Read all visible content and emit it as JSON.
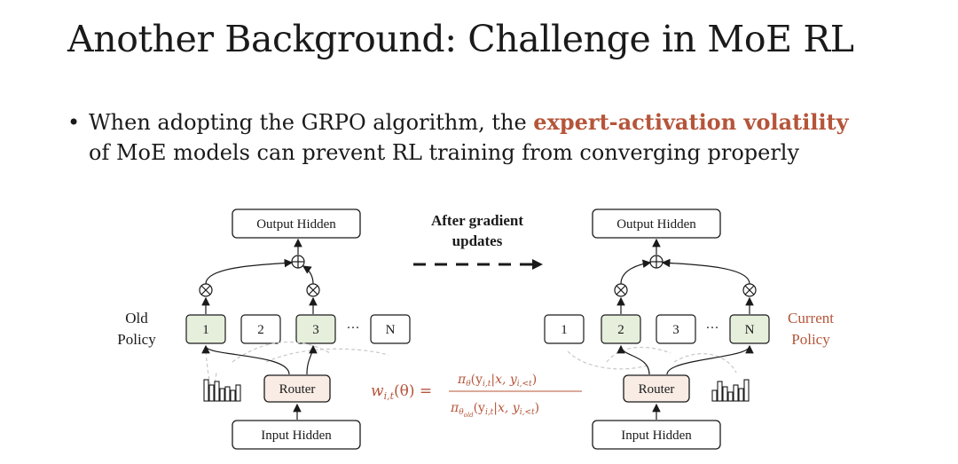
{
  "slide": {
    "title": "Another Background: Challenge in MoE RL",
    "bullet": {
      "pre": "When adopting the GRPO algorithm, the ",
      "highlight": "expert-activation volatility",
      "line2": "of MoE models can prevent RL training from converging properly"
    }
  },
  "diagram": {
    "left": {
      "output_label": "Output Hidden",
      "input_label": "Input Hidden",
      "router_label": "Router",
      "policy_label_line1": "Old",
      "policy_label_line2": "Policy",
      "experts": [
        "1",
        "2",
        "3",
        "N"
      ],
      "ellipsis": "···",
      "active_experts": [
        "1",
        "3"
      ]
    },
    "right": {
      "output_label": "Output Hidden",
      "input_label": "Input Hidden",
      "router_label": "Router",
      "policy_label_line1": "Current",
      "policy_label_line2": "Policy",
      "experts": [
        "1",
        "2",
        "3",
        "N"
      ],
      "ellipsis": "···",
      "active_experts": [
        "2",
        "N"
      ]
    },
    "transition_label_line1": "After gradient",
    "transition_label_line2": "updates",
    "formula": {
      "lhs": "w",
      "lhs_sub": "i,t",
      "lhs_arg": "(θ) =",
      "num_pi": "π",
      "num_pi_sub": "θ",
      "num_args": "(y",
      "num_args_sub": "i,t",
      "num_given": "|x, y",
      "num_given_sub": "i,<t",
      "num_close": ")",
      "den_pi": "π",
      "den_pi_sub": "θ",
      "den_pi_subsub": "old",
      "den_args": "(y",
      "den_args_sub": "i,t",
      "den_given": "|x, y",
      "den_given_sub": "i,<t",
      "den_close": ")"
    },
    "colors": {
      "active_fill": "#e6eedc",
      "router_fill": "#f8ece4",
      "accent": "#b5553a",
      "dashed": "#c8c8c8",
      "router_arrow_accent": "#e4b8a4"
    }
  }
}
